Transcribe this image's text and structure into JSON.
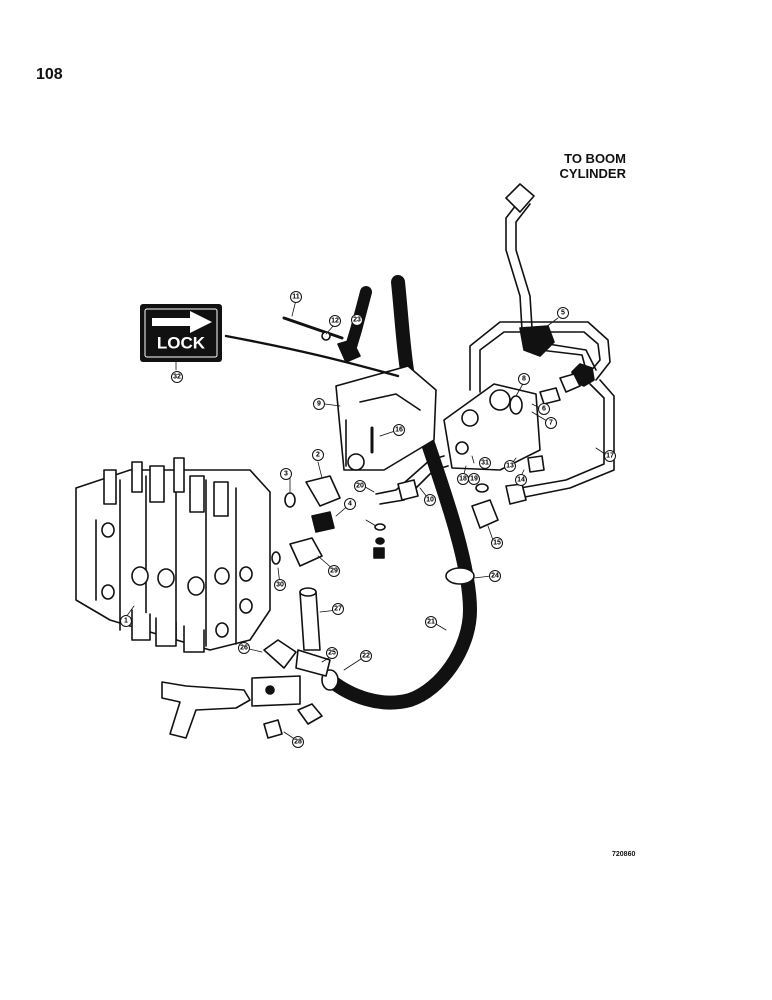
{
  "page_number": "108",
  "callout_title": {
    "line1": "TO BOOM",
    "line2": "CYLINDER"
  },
  "decal": {
    "text": "LOCK",
    "arrow_icon": "right-arrow-icon"
  },
  "figure_code": "720860",
  "part_numbers": [
    "1",
    "2",
    "3",
    "4",
    "5",
    "6",
    "7",
    "8",
    "9",
    "10",
    "11",
    "12",
    "13",
    "14",
    "15",
    "16",
    "17",
    "18",
    "19",
    "20",
    "21",
    "22",
    "23",
    "24",
    "25",
    "26",
    "27",
    "28",
    "29",
    "30",
    "31",
    "32"
  ]
}
